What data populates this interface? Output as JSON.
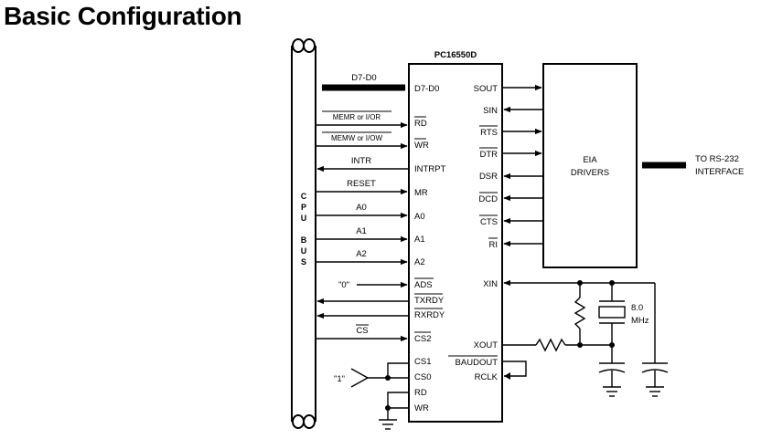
{
  "title": "Basic Configuration",
  "chip": {
    "name": "PC16550D",
    "pins_left": [
      "D7-D0",
      "RD",
      "WR",
      "INTRPT",
      "MR",
      "A0",
      "A1",
      "A2",
      "ADS",
      "TXRDY",
      "RXRDY",
      "CS2",
      "CS1",
      "CS0",
      "RD",
      "WR"
    ],
    "pins_right": [
      "SOUT",
      "SIN",
      "RTS",
      "DTR",
      "DSR",
      "DCD",
      "CTS",
      "RI",
      "XIN",
      "XOUT",
      "BAUDOUT",
      "RCLK"
    ]
  },
  "bus": {
    "letters": [
      "C",
      "P",
      "U",
      "B",
      "U",
      "S"
    ],
    "signals": [
      "D7-D0",
      "MEMR or I/OR",
      "MEMW or I/OW",
      "INTR",
      "RESET",
      "A0",
      "A1",
      "A2",
      "\"0\"",
      "CS",
      "\"1\""
    ]
  },
  "eia": {
    "line1": "EIA",
    "line2": "DRIVERS"
  },
  "rs232": {
    "line1": "TO RS-232",
    "line2": "INTERFACE"
  },
  "crystal": {
    "line1": "8.0",
    "line2": "MHz"
  }
}
